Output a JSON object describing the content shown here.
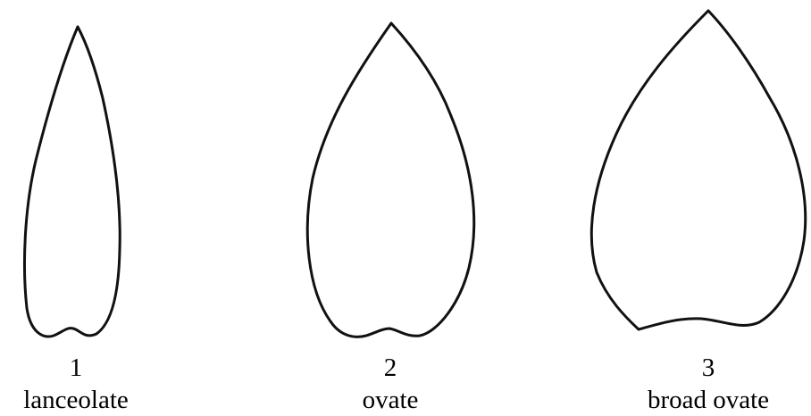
{
  "shapes": [
    {
      "number": "1",
      "name": "lanceolate"
    },
    {
      "number": "2",
      "name": "ovate"
    },
    {
      "number": "3",
      "name": "broad ovate"
    }
  ]
}
